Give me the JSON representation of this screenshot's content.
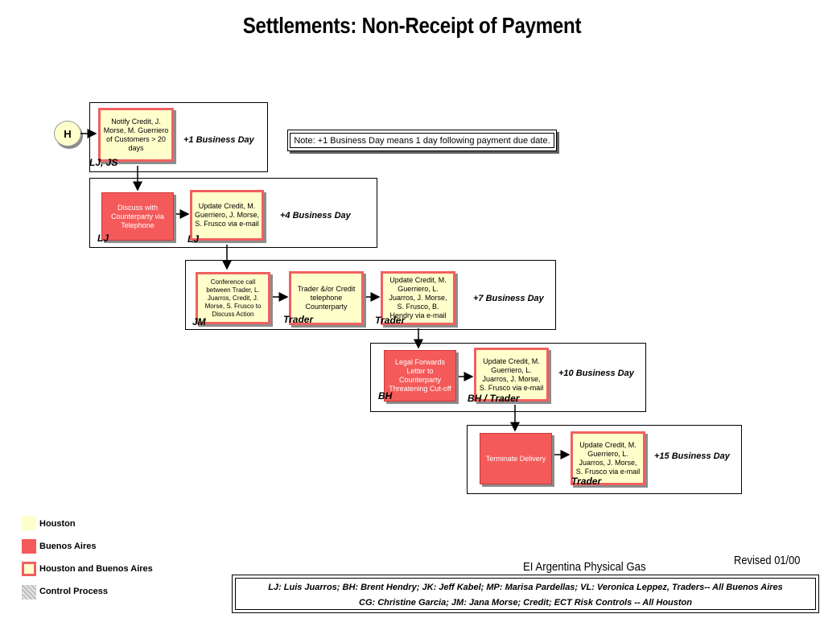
{
  "title": "Settlements: Non-Receipt of Payment",
  "start_marker": "H",
  "note": "Note: +1 Business Day means 1 day following payment due date.",
  "stages": [
    {
      "day": "+1 Business Day",
      "steps": [
        {
          "text": "Notify Credit, J. Morse,  M. Guerriero of Customers > 20 days",
          "location": "Houston and Buenos Aires",
          "role": "LJ, JS"
        }
      ]
    },
    {
      "day": "+4 Business Day",
      "steps": [
        {
          "text": "Discuss with Counterparty via Telephone",
          "location": "Buenos Aires",
          "role": "LJ"
        },
        {
          "text": "Update Credit, M. Guerriero, J. Morse, S. Frusco via e-mail",
          "location": "Houston and Buenos Aires",
          "role": "LJ"
        }
      ]
    },
    {
      "day": "+7 Business Day",
      "steps": [
        {
          "text": "Conference call between Trader, L. Juarros, Credit,  J. Morse, S. Frusco to Discuss Action",
          "location": "Houston and Buenos Aires",
          "role": "JM"
        },
        {
          "text": "Trader &/or Credit telephone Counterparty",
          "location": "Houston and Buenos Aires",
          "role": "Trader"
        },
        {
          "text": "Update Credit, M. Guerriero, L. Juarros,  J. Morse, S. Frusco, B. Hendry via e-mail",
          "location": "Houston and Buenos Aires",
          "role": "Trader"
        }
      ]
    },
    {
      "day": "+10 Business Day",
      "steps": [
        {
          "text": "Legal Forwards Letter to Counterparty Threatening Cut-off",
          "location": "Buenos Aires",
          "role": "BH"
        },
        {
          "text": "Update Credit, M. Guerriero, L. Juarros, J. Morse, S. Frusco via e-mail",
          "location": "Houston and Buenos Aires",
          "role": "BH / Trader"
        }
      ]
    },
    {
      "day": "+15 Business Day",
      "steps": [
        {
          "text": "Terminate Delivery",
          "location": "Buenos Aires",
          "role": ""
        },
        {
          "text": "Update Credit, M. Guerriero, L. Juarros, J. Morse, S. Frusco via e-mail",
          "location": "Houston and Buenos Aires",
          "role": "Trader"
        }
      ]
    }
  ],
  "legend": [
    {
      "label": "Houston",
      "color": "#ffffcc"
    },
    {
      "label": "Buenos Aires",
      "color": "#f45a5a"
    },
    {
      "label": "Houston and Buenos Aires",
      "color": "#ffffcc",
      "border": "#f06060"
    },
    {
      "label": "Control Process",
      "color": "#c8c8c8"
    }
  ],
  "footer": {
    "title": "EI Argentina Physical Gas",
    "revised": "Revised 01/00",
    "line1": "LJ: Luis Juarros; BH: Brent Hendry; JK: Jeff Kabel; MP: Marisa Pardellas; VL: Veronica Leppez, Traders-- All Buenos Aires",
    "line2": "CG: Christine Garcia; JM: Jana Morse; Credit; ECT Risk Controls -- All Houston"
  }
}
